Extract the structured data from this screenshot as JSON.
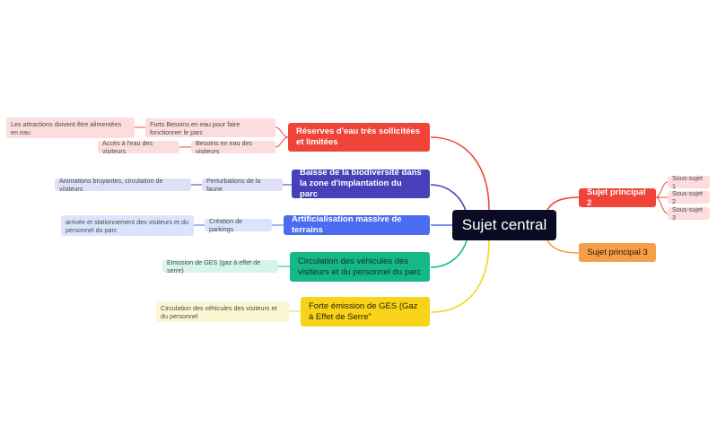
{
  "central": "Sujet central",
  "branches": [
    {
      "label": "Réserves d'eau très sollicitées et limitées",
      "children": [
        {
          "label": "Forts Besoins en eau pour faire fonctionner le parc",
          "children": [
            {
              "label": "Les attractions doivent être alimentées en eau"
            }
          ]
        },
        {
          "label": "Besoins en eau des visiteurs",
          "children": [
            {
              "label": "Accès à l'eau des visiteurs"
            }
          ]
        }
      ]
    },
    {
      "label": "Baisse de la biodiversité dans la zone d'implantation du parc",
      "children": [
        {
          "label": "Perturbations de la faune",
          "children": [
            {
              "label": "Animations bruyantes, circulation de visiteurs"
            }
          ]
        }
      ]
    },
    {
      "label": "Artificialisation massive de terrains",
      "children": [
        {
          "label": "Création de parkings",
          "children": [
            {
              "label": "arrivée et  stationnement des visiteurs et du personnel du parc"
            }
          ]
        }
      ]
    },
    {
      "label": "Circulation des véhicules des visiteurs et du personnel du parc",
      "children": [
        {
          "label": "Emission de GES (gaz à effet de serre)"
        }
      ]
    },
    {
      "label": "Forte émission de GES (Gaz à Effet de Serre\"",
      "children": [
        {
          "label": "Circulation des véhicules des visiteurs et du personnel"
        }
      ]
    },
    {
      "label": "Sujet principal 2",
      "children": [
        {
          "label": "Sous-sujet 1"
        },
        {
          "label": "Sous-sujet 2"
        },
        {
          "label": "Sous-sujet 3"
        }
      ]
    },
    {
      "label": "Sujet principal 3",
      "children": []
    }
  ],
  "colors": {
    "red": "#f04438",
    "indigo": "#4840b8",
    "blue": "#4a6cf0",
    "green": "#15b888",
    "yellow": "#f7d41a",
    "orange": "#f59f4a",
    "central": "#0b0c24"
  }
}
